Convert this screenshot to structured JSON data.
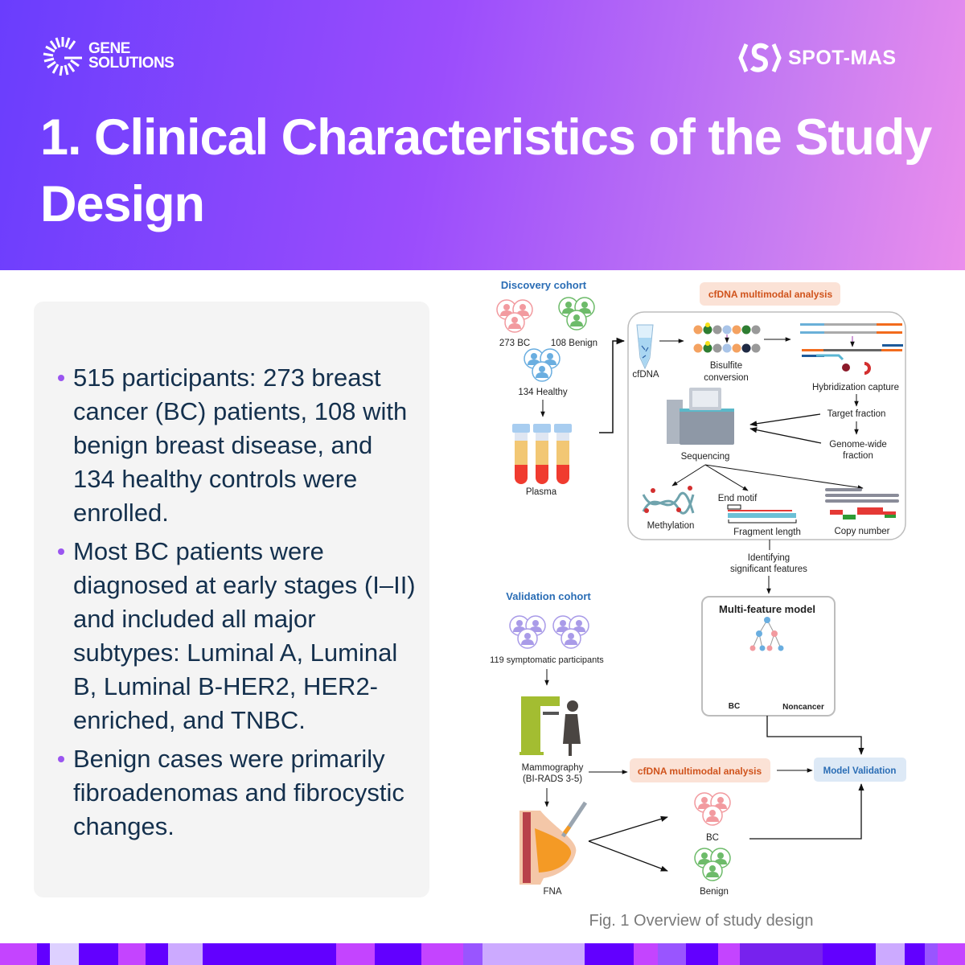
{
  "header": {
    "brand_left": [
      "GENE",
      "SOLUTIONS"
    ],
    "brand_right": "SPOT-MAS",
    "title": "1. Clinical Characteristics of the Study Design"
  },
  "bullets": [
    "515 participants: 273 breast cancer (BC) patients, 108 with benign breast disease, and 134 healthy controls were enrolled.",
    "Most BC patients were diagnosed at early stages (I–II) and included all major subtypes: Luminal A, Luminal B, Luminal B-HER2, HER2-enriched, and TNBC.",
    "Benign cases were primarily fibroadenomas and fibrocystic changes."
  ],
  "figure": {
    "discovery_title": "Discovery cohort",
    "bc_273": "273 BC",
    "benign_108": "108 Benign",
    "healthy_134": "134 Healthy",
    "plasma": "Plasma",
    "multimodal_label": "cfDNA multimodal analysis",
    "cfdna": "cfDNA",
    "bisulfite": [
      "Bisulfite",
      "conversion"
    ],
    "hybridization": "Hybridization capture",
    "target_fraction": "Target fraction",
    "genome_wide": [
      "Genome-wide",
      "fraction"
    ],
    "sequencing": "Sequencing",
    "methylation": "Methylation",
    "end_motif": "End motif",
    "fragment_length": "Fragment length",
    "copy_number": "Copy number",
    "identifying": [
      "Identifying",
      "significant features"
    ],
    "model_title": "Multi-feature model",
    "model_bc": "BC",
    "model_noncancer": "Noncancer",
    "validation_title": "Validation cohort",
    "symptomatic": "119 symptomatic participants",
    "mammography": [
      "Mammography",
      "(BI-RADS 3-5)"
    ],
    "multimodal_label2": "cfDNA multimodal analysis",
    "model_validation": "Model Validation",
    "fna": "FNA",
    "out_bc": "BC",
    "out_benign": "Benign",
    "caption": "Fig. 1 Overview of study design"
  },
  "colors": {
    "pink": "#f29a9f",
    "green": "#6dbb6a",
    "blue": "#6aaee0",
    "purple": "#a99be8",
    "accent": "#6200ff",
    "magenta": "#c444ff"
  },
  "bottom_bar_colors": [
    "#c444ff",
    "#6200ff",
    "#ddd0ff",
    "#6200ff",
    "#c444ff",
    "#6200ff",
    "#ccaaff",
    "#6200ff",
    "#c444ff",
    "#6200ff",
    "#c444ff",
    "#9955ff",
    "#ccaaff",
    "#6200ff",
    "#c444ff",
    "#9955ff",
    "#6200ff",
    "#c444ff",
    "#7722ee",
    "#6200ff",
    "#ccaaff",
    "#6200ff",
    "#9955ff",
    "#c444ff"
  ]
}
